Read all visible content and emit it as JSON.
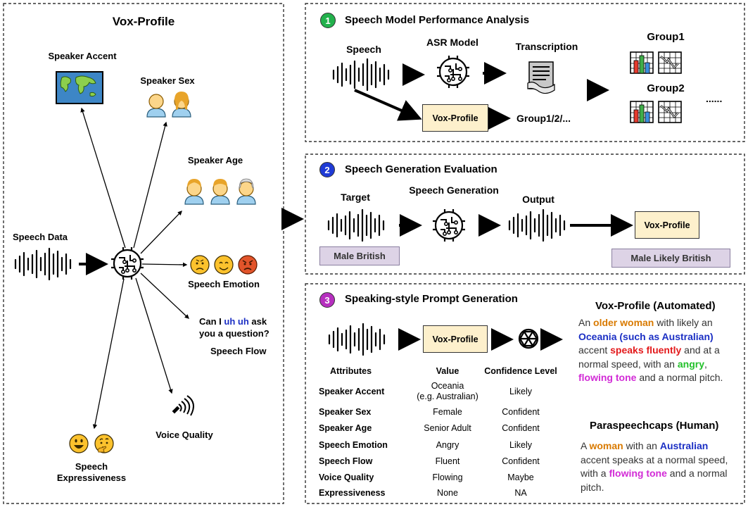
{
  "left": {
    "title": "Vox-Profile",
    "speaker_accent": "Speaker Accent",
    "speaker_sex": "Speaker Sex",
    "speaker_age": "Speaker Age",
    "speech_data": "Speech Data",
    "speech_emotion": "Speech Emotion",
    "flow_line1_pre": "Can I ",
    "flow_uh": "uh uh",
    "flow_line1_post": " ask",
    "flow_line2": "you a question?",
    "speech_flow": "Speech Flow",
    "voice_quality": "Voice Quality",
    "expr_line1": "Speech",
    "expr_line2": "Expressiveness"
  },
  "panel1": {
    "number": "1",
    "title": "Speech Model Performance Analysis",
    "speech": "Speech",
    "asr": "ASR Model",
    "transcription": "Transcription",
    "vox": "Vox-Profile",
    "group_out": "Group1/2/...",
    "group1": "Group1",
    "group2": "Group2",
    "dots": "......"
  },
  "panel2": {
    "number": "2",
    "title": "Speech Generation Evaluation",
    "target": "Target",
    "generation": "Speech Generation",
    "output": "Output",
    "vox": "Vox-Profile",
    "tag_left": "Male British",
    "tag_right": "Male Likely British"
  },
  "panel3": {
    "number": "3",
    "title": "Speaking-style Prompt Generation",
    "vox": "Vox-Profile",
    "col_attr": "Attributes",
    "col_value": "Value",
    "col_conf": "Confidence Level",
    "rows": [
      {
        "attr": "Speaker Accent",
        "value1": "Oceania",
        "value2": "(e.g. Australian)",
        "conf": "Likely"
      },
      {
        "attr": "Speaker Sex",
        "value1": "Female",
        "value2": "",
        "conf": "Confident"
      },
      {
        "attr": "Speaker Age",
        "value1": "Senior Adult",
        "value2": "",
        "conf": "Confident"
      },
      {
        "attr": "Speech Emotion",
        "value1": "Angry",
        "value2": "",
        "conf": "Likely"
      },
      {
        "attr": "Speech Flow",
        "value1": "Fluent",
        "value2": "",
        "conf": "Confident"
      },
      {
        "attr": "Voice Quality",
        "value1": "Flowing",
        "value2": "",
        "conf": "Maybe"
      },
      {
        "attr": "Expressiveness",
        "value1": "None",
        "value2": "",
        "conf": "NA"
      }
    ],
    "auto_title": "Vox-Profile (Automated)",
    "auto_text": {
      "t1": "An ",
      "older_woman": "older woman",
      "t2": " with likely an ",
      "oceania": "Oceania (such as Australian)",
      "t3": " accent ",
      "speaks_fluently": "speaks fluently",
      "t4": " and at a normal speed, with an ",
      "angry": "angry",
      "t5": ", ",
      "flowing_tone": "flowing tone",
      "t6": " and a normal pitch."
    },
    "human_title": "Paraspeechcaps (Human)",
    "human_text": {
      "t1": "A ",
      "woman": "woman",
      "t2": " with an ",
      "australian": "Australian",
      "t3": " accent speaks at a normal speed, with a ",
      "flowing_tone": "flowing tone",
      "t4": " and a normal pitch."
    }
  },
  "colors": {
    "green": "#22b14c",
    "blue": "#1f3bd6",
    "purple": "#b62fbf",
    "orange": "#d97a00",
    "red": "#e31a1c",
    "text_blue": "#1b2fc4",
    "text_green": "#22c02a",
    "magenta": "#d22bd6",
    "vox_fill": "#fdf0cc",
    "tag_fill": "#ddd3e6"
  }
}
